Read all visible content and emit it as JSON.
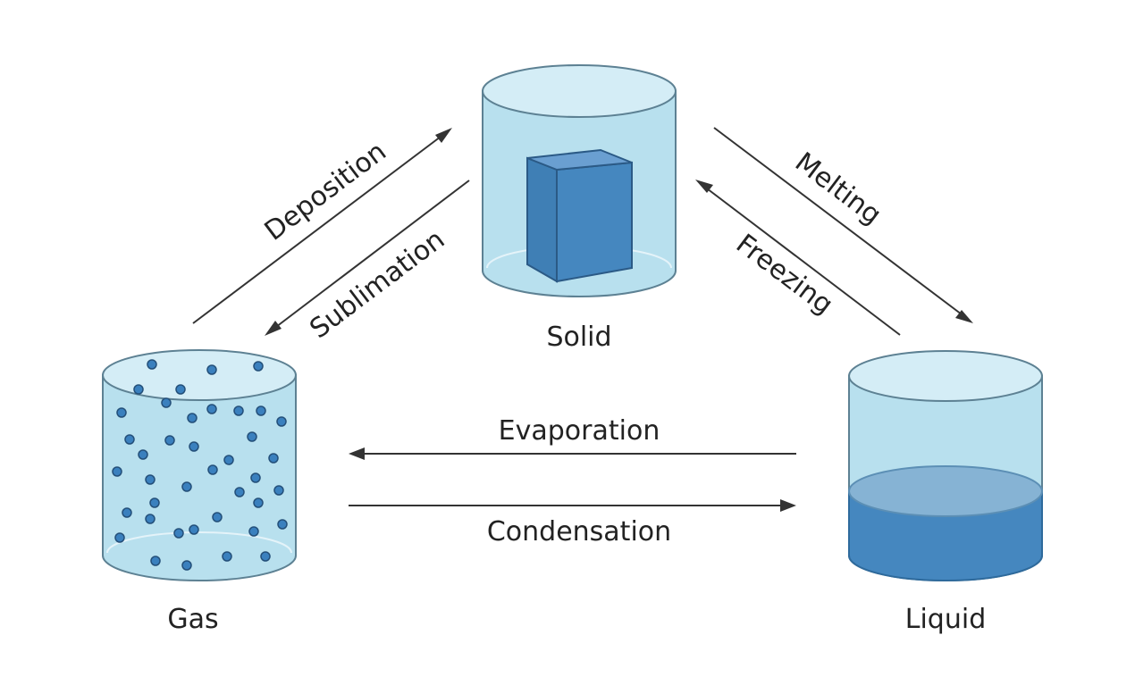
{
  "states": {
    "solid": {
      "label": "Solid"
    },
    "liquid": {
      "label": "Liquid"
    },
    "gas": {
      "label": "Gas"
    }
  },
  "processes": {
    "deposition": "Deposition",
    "sublimation": "Sublimation",
    "melting": "Melting",
    "freezing": "Freezing",
    "evaporation": "Evaporation",
    "condensation": "Condensation"
  },
  "colors": {
    "container_fill": "#b8e0ee",
    "container_top": "#d4edf6",
    "container_stroke": "#5d8193",
    "solid_block": "#4587bf",
    "solid_block_top": "#6a9fd1",
    "liquid_fill": "#4587bf",
    "liquid_surface": "#86b3d4",
    "gas_particle": "#3a80be",
    "arrow": "#333333"
  }
}
